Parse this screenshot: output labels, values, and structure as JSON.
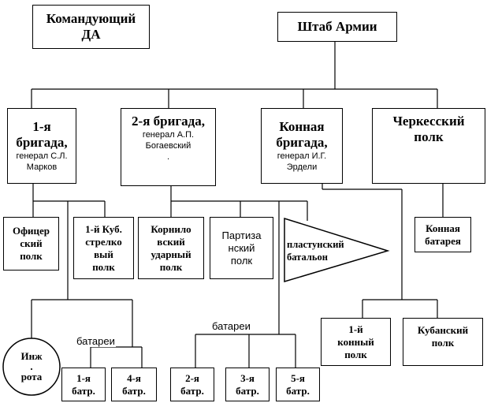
{
  "commander": {
    "line1": "Командующий",
    "line2": "ДА"
  },
  "hq": "Штаб Армии",
  "brigade1": {
    "title1": "1-я",
    "title2": "бригада,",
    "sub1": "генерал С.Л.",
    "sub2": "Марков"
  },
  "brigade2": {
    "title1": "2-я бригада,",
    "sub1": "генерал А.П.",
    "sub2": "Богаевский",
    "dot": "."
  },
  "cavalry": {
    "title1": "Конная",
    "title2": "бригада,",
    "sub1": "генерал И.Г.",
    "sub2": "Эрдели"
  },
  "circassian": {
    "line1": "Черкесский",
    "line2": "полк"
  },
  "officer": {
    "line1": "Офицер",
    "line2": "ский",
    "line3": "полк"
  },
  "kuban_rifle": {
    "line1": "1-й Куб.",
    "line2": "стрелко",
    "line3": "вый",
    "line4": "полк"
  },
  "kornilov": {
    "line1": "Корнило",
    "line2": "вский",
    "line3": "ударный",
    "line4": "полк"
  },
  "partisan": {
    "line1": "Партиза",
    "line2": "нский",
    "line3": "полк"
  },
  "plastun": {
    "line1": "пластунский",
    "line2": "батальон"
  },
  "horse_battery": {
    "line1": "Конная",
    "line2": "батарея"
  },
  "cav1": {
    "line1": "1-й",
    "line2": "конный",
    "line3": "полк"
  },
  "kuban_reg": {
    "line1": "Кубанский",
    "line2": "полк"
  },
  "engineer": {
    "line1": "Инж",
    "line2": ".",
    "line3": "рота"
  },
  "batteries_label": "батареи",
  "bat1": {
    "line1": "1-я",
    "line2": "батр."
  },
  "bat4": {
    "line1": "4-я",
    "line2": "батр."
  },
  "bat2": {
    "line1": "2-я",
    "line2": "батр."
  },
  "bat3": {
    "line1": "3-я",
    "line2": "батр."
  },
  "bat5": {
    "line1": "5-я",
    "line2": "батр."
  }
}
